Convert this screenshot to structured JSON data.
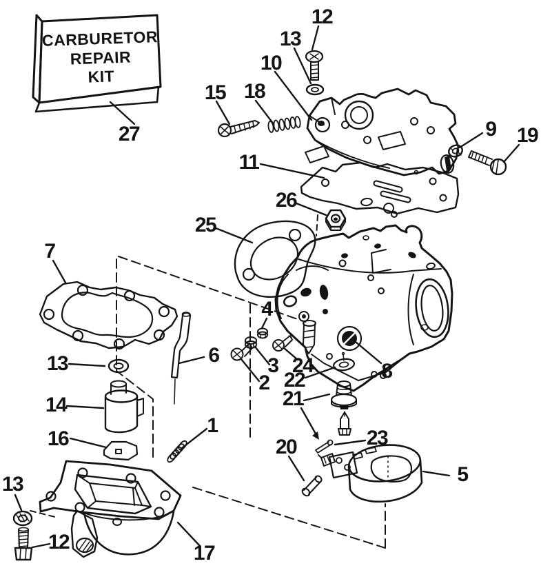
{
  "diagram": {
    "background": "#ffffff",
    "ink": "#141414",
    "kit_box": {
      "line1": "CARBURETOR",
      "line2": "REPAIR",
      "line3": "KIT"
    }
  },
  "callouts": [
    {
      "text": "27"
    },
    {
      "text": "12"
    },
    {
      "text": "13"
    },
    {
      "text": "10"
    },
    {
      "text": "15"
    },
    {
      "text": "18"
    },
    {
      "text": "9"
    },
    {
      "text": "19"
    },
    {
      "text": "11"
    },
    {
      "text": "26"
    },
    {
      "text": "25"
    },
    {
      "text": "7"
    },
    {
      "text": "13"
    },
    {
      "text": "6"
    },
    {
      "text": "14"
    },
    {
      "text": "16"
    },
    {
      "text": "1"
    },
    {
      "text": "4"
    },
    {
      "text": "3"
    },
    {
      "text": "2"
    },
    {
      "text": "24"
    },
    {
      "text": "22"
    },
    {
      "text": "21"
    },
    {
      "text": "8"
    },
    {
      "text": "23"
    },
    {
      "text": "20"
    },
    {
      "text": "5"
    },
    {
      "text": "13"
    },
    {
      "text": "12"
    },
    {
      "text": "17"
    }
  ]
}
